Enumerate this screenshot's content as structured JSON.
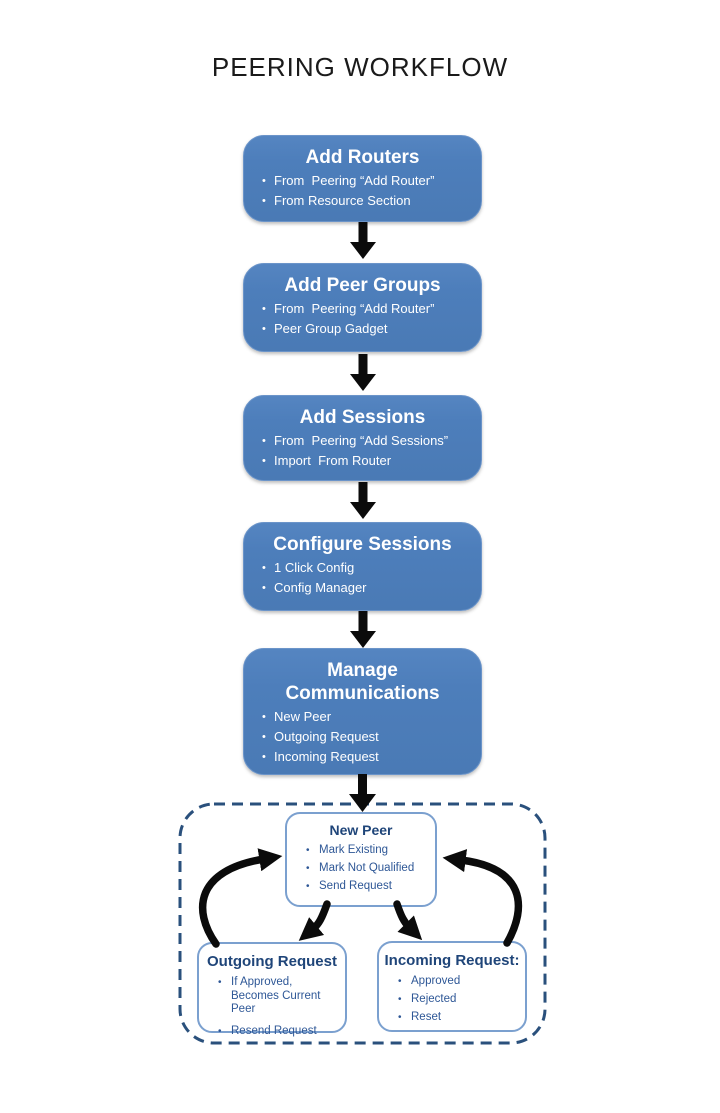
{
  "page": {
    "title": "PEERING WORKFLOW"
  },
  "colors": {
    "box-blue": "#4d7ebb",
    "box-blue-edge": "#6b94c9",
    "box-text": "#ffffff",
    "panel-border": "#7ba0cf",
    "panel-title": "#1f4579",
    "panel-text": "#2e5796",
    "dashed-border": "#2a507c",
    "arrow-black": "#0b0b0b",
    "title-color": "#1a1a1a"
  },
  "flow": [
    {
      "title": "Add Routers",
      "bullets": [
        "From  Peering “Add Router”",
        "From Resource Section"
      ]
    },
    {
      "title": "Add Peer Groups",
      "bullets": [
        "From  Peering “Add Router”",
        "Peer Group Gadget"
      ]
    },
    {
      "title": "Add Sessions",
      "bullets": [
        "From  Peering “Add Sessions”",
        "Import  From Router"
      ]
    },
    {
      "title": "Configure Sessions",
      "bullets": [
        "1 Click Config",
        "Config Manager"
      ]
    },
    {
      "title": "Manage\nCommunications",
      "bullets": [
        "New Peer",
        "Outgoing Request",
        "Incoming Request"
      ]
    }
  ],
  "states": {
    "new_peer": {
      "title": "New Peer",
      "bullets": [
        "Mark Existing",
        "Mark Not Qualified",
        "Send Request"
      ]
    },
    "outgoing": {
      "title": "Outgoing Request",
      "bullets": [
        "If Approved, Becomes Current Peer",
        "Resend Request"
      ]
    },
    "incoming": {
      "title": "Incoming Request:",
      "bullets": [
        "Approved",
        "Rejected",
        "Reset"
      ]
    }
  }
}
